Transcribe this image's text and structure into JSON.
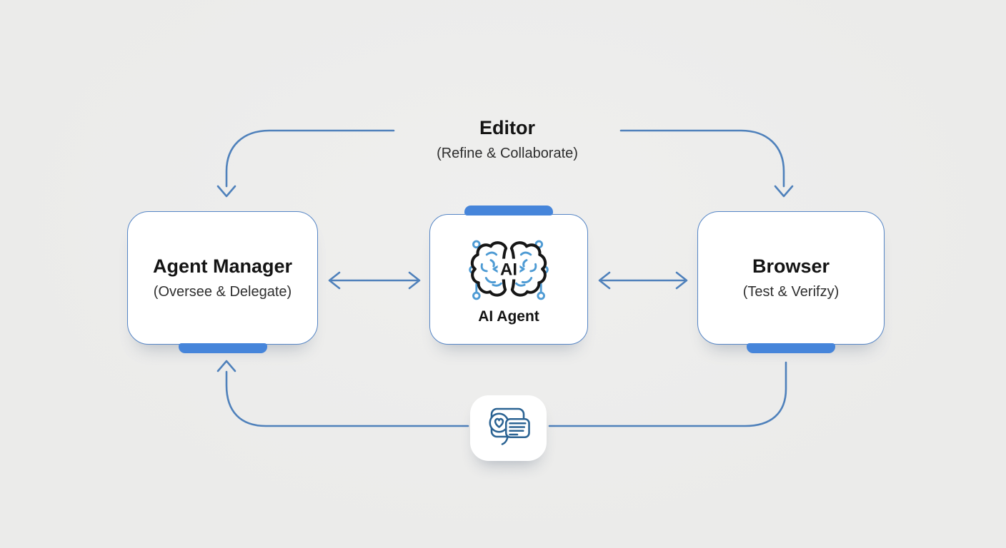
{
  "editor": {
    "title": "Editor",
    "subtitle": "(Refine & Collaborate)"
  },
  "agent_manager": {
    "title": "Agent Manager",
    "subtitle": "(Oversee & Delegate)"
  },
  "ai_agent": {
    "label": "AI Agent",
    "chip_text": "AI"
  },
  "browser": {
    "title": "Browser",
    "subtitle": "(Test & Verifzy)"
  },
  "icons": {
    "center_box": "ai-brain-icon",
    "bottom_loop": "feedback-chat-icon"
  },
  "colors": {
    "background": "#ebebea",
    "connector_blue": "#4f81bb",
    "tab_blue": "#4685da",
    "box_border": "#5585c5",
    "box_fill": "#ffffff",
    "title_text": "#141414",
    "subtitle_text": "#2e2e2e",
    "icon_deep_blue": "#2b6393",
    "circuit_blue": "#4e9bd4"
  }
}
